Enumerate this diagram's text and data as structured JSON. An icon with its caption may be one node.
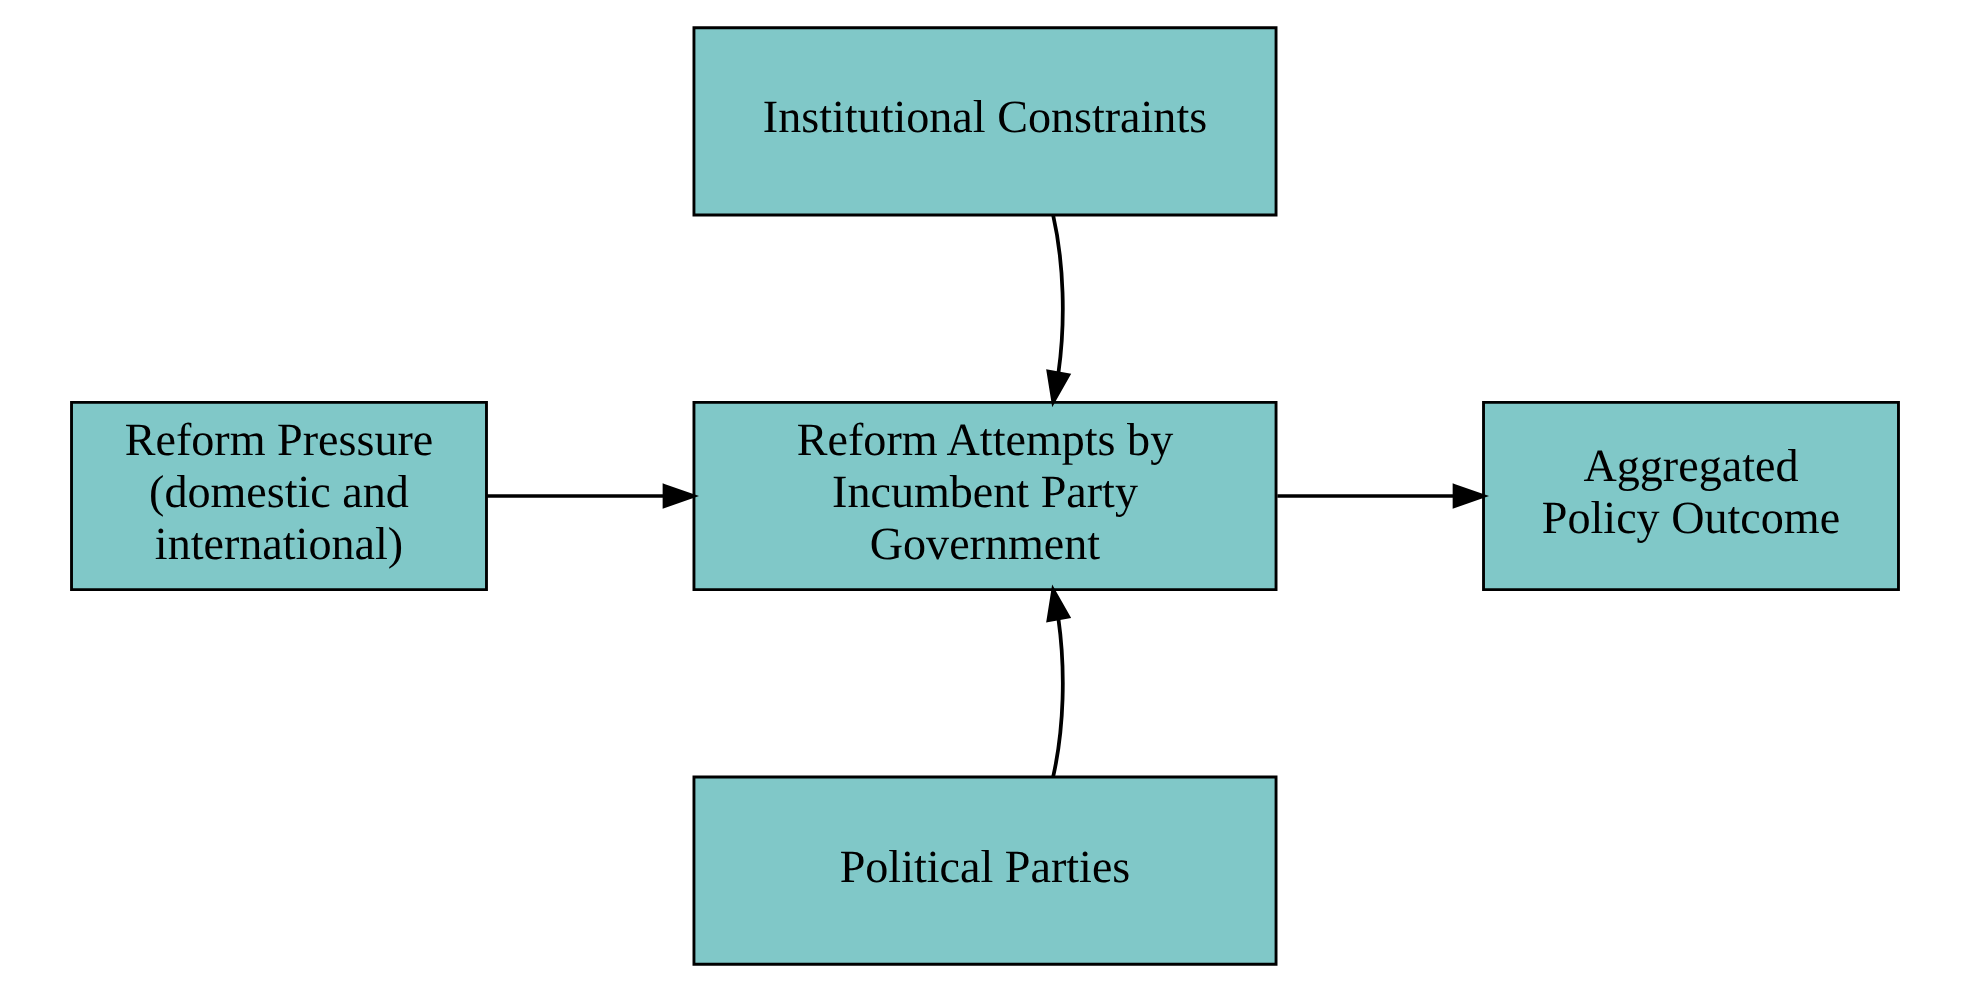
{
  "diagram": {
    "nodes": [
      {
        "text": [
          "Institutional Constraints"
        ]
      },
      {
        "text": [
          "Reform Pressure (domestic and international)"
        ]
      },
      {
        "text": [
          "Reform Attempts by Incumbent Party Government"
        ]
      },
      {
        "text": [
          "Aggregated Policy Outcome"
        ]
      },
      {
        "text": [
          "Political Parties"
        ]
      }
    ],
    "edges": [
      {
        "from": 0,
        "to": 2,
        "arrow": "to"
      },
      {
        "from": 1,
        "to": 2,
        "arrow": "to"
      },
      {
        "from": 2,
        "to": 3,
        "arrow": "to"
      },
      {
        "from": 4,
        "to": 2,
        "arrow": "to"
      }
    ]
  }
}
